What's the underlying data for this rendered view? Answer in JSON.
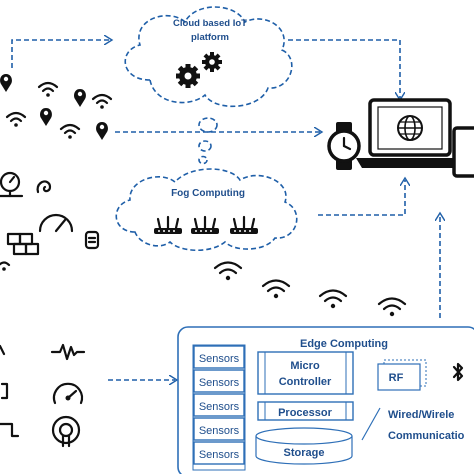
{
  "cloud": {
    "title_line1": "Cloud based IoT",
    "title_line2": "platform"
  },
  "fog": {
    "title": "Fog Computing"
  },
  "edge": {
    "title": "Edge Computing",
    "sensors": [
      "Sensors",
      "Sensors",
      "Sensors",
      "Sensors",
      "Sensors"
    ],
    "micro_line1": "Micro",
    "micro_line2": "Controller",
    "processor": "Processor",
    "storage": "Storage",
    "rf": "RF",
    "wired_line1": "Wired/Wirele",
    "wired_line2": "Communicatio"
  },
  "icons": [
    "gear-icon",
    "router-icon",
    "wifi-icon",
    "location-pin-icon",
    "laptop-icon",
    "globe-icon",
    "smartwatch-icon",
    "tablet-icon",
    "gauge-icon",
    "bluetooth-icon"
  ]
}
